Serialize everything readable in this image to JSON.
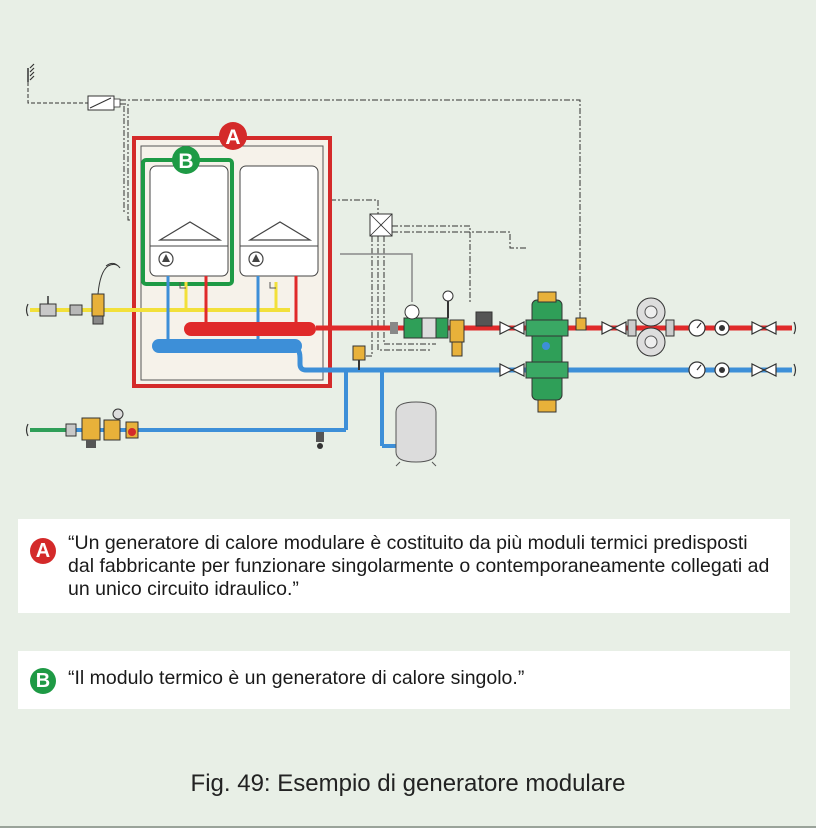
{
  "labels": {
    "module_group": "A",
    "single_module": "B"
  },
  "notes": [
    {
      "badge": "A",
      "text": "“Un generatore di calore  modulare è costituito da più moduli termici predisposti dal fabbricante per funzionare singolarmente o contemporaneamente collegati ad un unico circuito idraulico.”"
    },
    {
      "badge": "B",
      "text": "“Il modulo termico è un generatore di calore  singolo.”"
    }
  ],
  "caption": "Fig. 49: Esempio di generatore modulare",
  "colors": {
    "hot": "#e02a2a",
    "cold": "#3d8fd8",
    "gas": "#f2e03a",
    "water": "#2f9f58",
    "frame_a": "#d42a2a",
    "frame_b": "#1e9a45",
    "background": "#e8efe6"
  }
}
